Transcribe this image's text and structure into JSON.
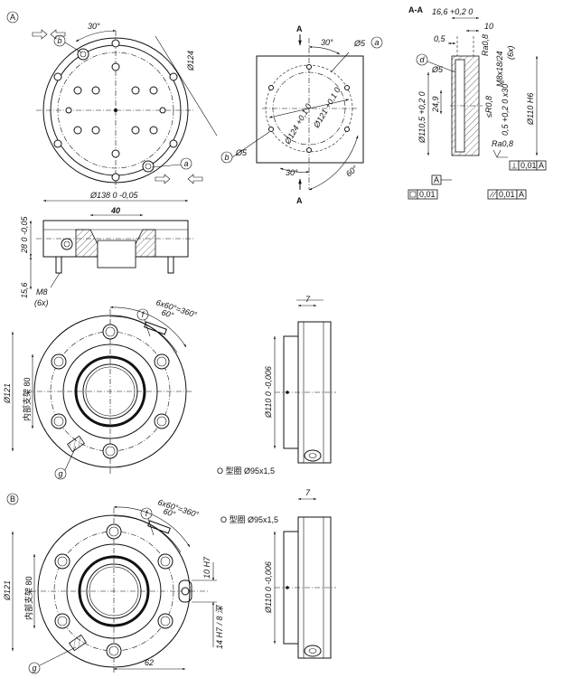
{
  "labels": {
    "view_a": "A",
    "view_b": "B",
    "callout_a": "a",
    "callout_b": "b",
    "callout_d": "d",
    "callout_f": "f",
    "callout_g": "g",
    "section_mark": "A",
    "section_title": "A-A"
  },
  "dims": {
    "angle_30": "30°",
    "angle_60": "60°",
    "d124": "Ø124",
    "d5": "Ø5",
    "d124_tol": "Ø124 +0,1 0",
    "d121_tol": "Ø121 +0,1 0",
    "d138": "Ø138 0 -0,05",
    "w40": "40",
    "h28": "28 0 -0,05",
    "h15_6": "15,6",
    "m8": "M8",
    "x6": "(6x)",
    "pattern": "6x60°=360°",
    "d121": "Ø121",
    "inner_support_80": "内部支架 80",
    "w7": "7",
    "d110": "Ø110 0 -0,006",
    "oring": "O 型圈 Ø95x1,5",
    "h10h7": "10 H7",
    "h14h7": "14 H7 / 8 深",
    "w62": "62",
    "s16_6": "16,6 +0,2 0",
    "s10": "10",
    "s0_5": "0,5",
    "ra0_8": "Ra0,8",
    "m8x18": "M8x18/24",
    "d110_5": "Ø110,5 +0,2 0",
    "h24_9": "24,9",
    "r0_8": "≤R0,8",
    "chamfer": "0,5 +0,2 0 x30°",
    "d110h6": "Ø110 H6",
    "gdt_perp": "0,01",
    "gdt_flat": "0,01",
    "gdt_par": "0,01",
    "datum_a": "A"
  }
}
